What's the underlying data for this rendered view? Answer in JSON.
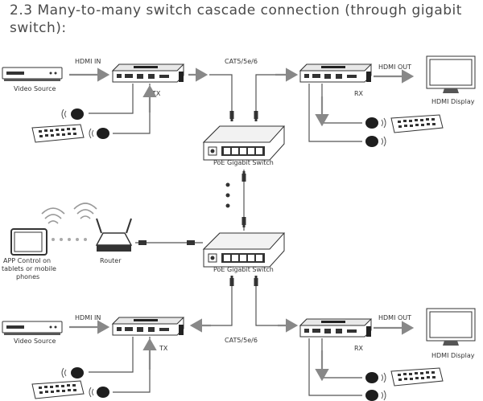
{
  "heading": {
    "line1": "2.3 Many-to-many switch cascade connection (through gigabit",
    "line2": "switch):"
  },
  "labels": {
    "hdmi_in_top": "HDMI IN",
    "hdmi_in_bottom": "HDMI IN",
    "video_source_top": "Video Source",
    "video_source_bottom": "Video Source",
    "tx_top": "TX",
    "tx_bottom": "TX",
    "rx_top": "RX",
    "rx_bottom": "RX",
    "hdmi_out_top": "HDMI OUT",
    "hdmi_out_bottom": "HDMI OUT",
    "hdmi_display_top": "HDMI Display",
    "hdmi_display_bottom": "HDMI Display",
    "cat_top": "CAT5/5e/6",
    "cat_bottom": "CAT5/5e/6",
    "switch_top": "PoE Gigabit Switch",
    "switch_bottom": "PoE Gigabit Switch",
    "router": "Router",
    "app_control_1": "APP Control on",
    "app_control_2": "tablets or mobile",
    "app_control_3": "phones"
  },
  "icons": [
    "video-source-icon",
    "transmitter-icon",
    "receiver-icon",
    "monitor-icon",
    "switch-icon",
    "router-icon",
    "tablet-icon",
    "wifi-icon",
    "ir-remote-icon",
    "ir-sensor-icon",
    "ir-blaster-icon"
  ],
  "colors": {
    "line": "#555555",
    "arrow": "#888888",
    "device": "#333333"
  }
}
